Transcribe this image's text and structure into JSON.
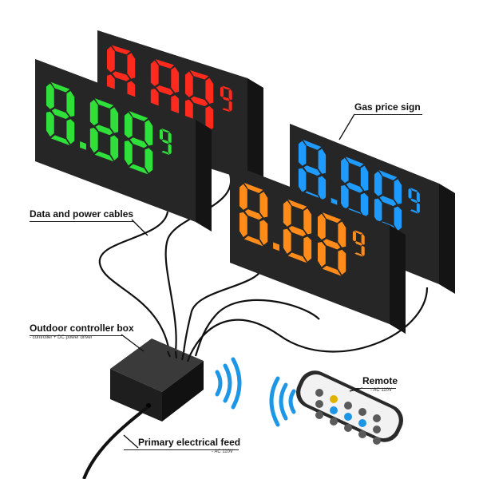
{
  "callouts": {
    "gas_price_sign": {
      "title": "Gas price sign"
    },
    "cables": {
      "title": "Data and power cables"
    },
    "controller": {
      "title": "Outdoor controller box",
      "sub": "- controller + DC power driver"
    },
    "remote": {
      "title": "Remote",
      "sub": "- AC 110V"
    },
    "feed": {
      "title": "Primary electrical feed",
      "sub": "- AC 110V"
    }
  },
  "signs": {
    "red": {
      "digits": "8.88",
      "fraction": "9",
      "color": "#ff2a1e"
    },
    "green": {
      "digits": "8.88",
      "fraction": "9",
      "color": "#2fe03a"
    },
    "blue": {
      "digits": "8.88",
      "fraction": "9",
      "color": "#1f9bff"
    },
    "orange": {
      "digits": "8.88",
      "fraction": "9",
      "color": "#ff8c1a"
    }
  },
  "colors": {
    "panel": "#262626",
    "wifi": "#1e96e6"
  },
  "icons": [
    "wifi-signal-icon",
    "remote-control-icon"
  ]
}
